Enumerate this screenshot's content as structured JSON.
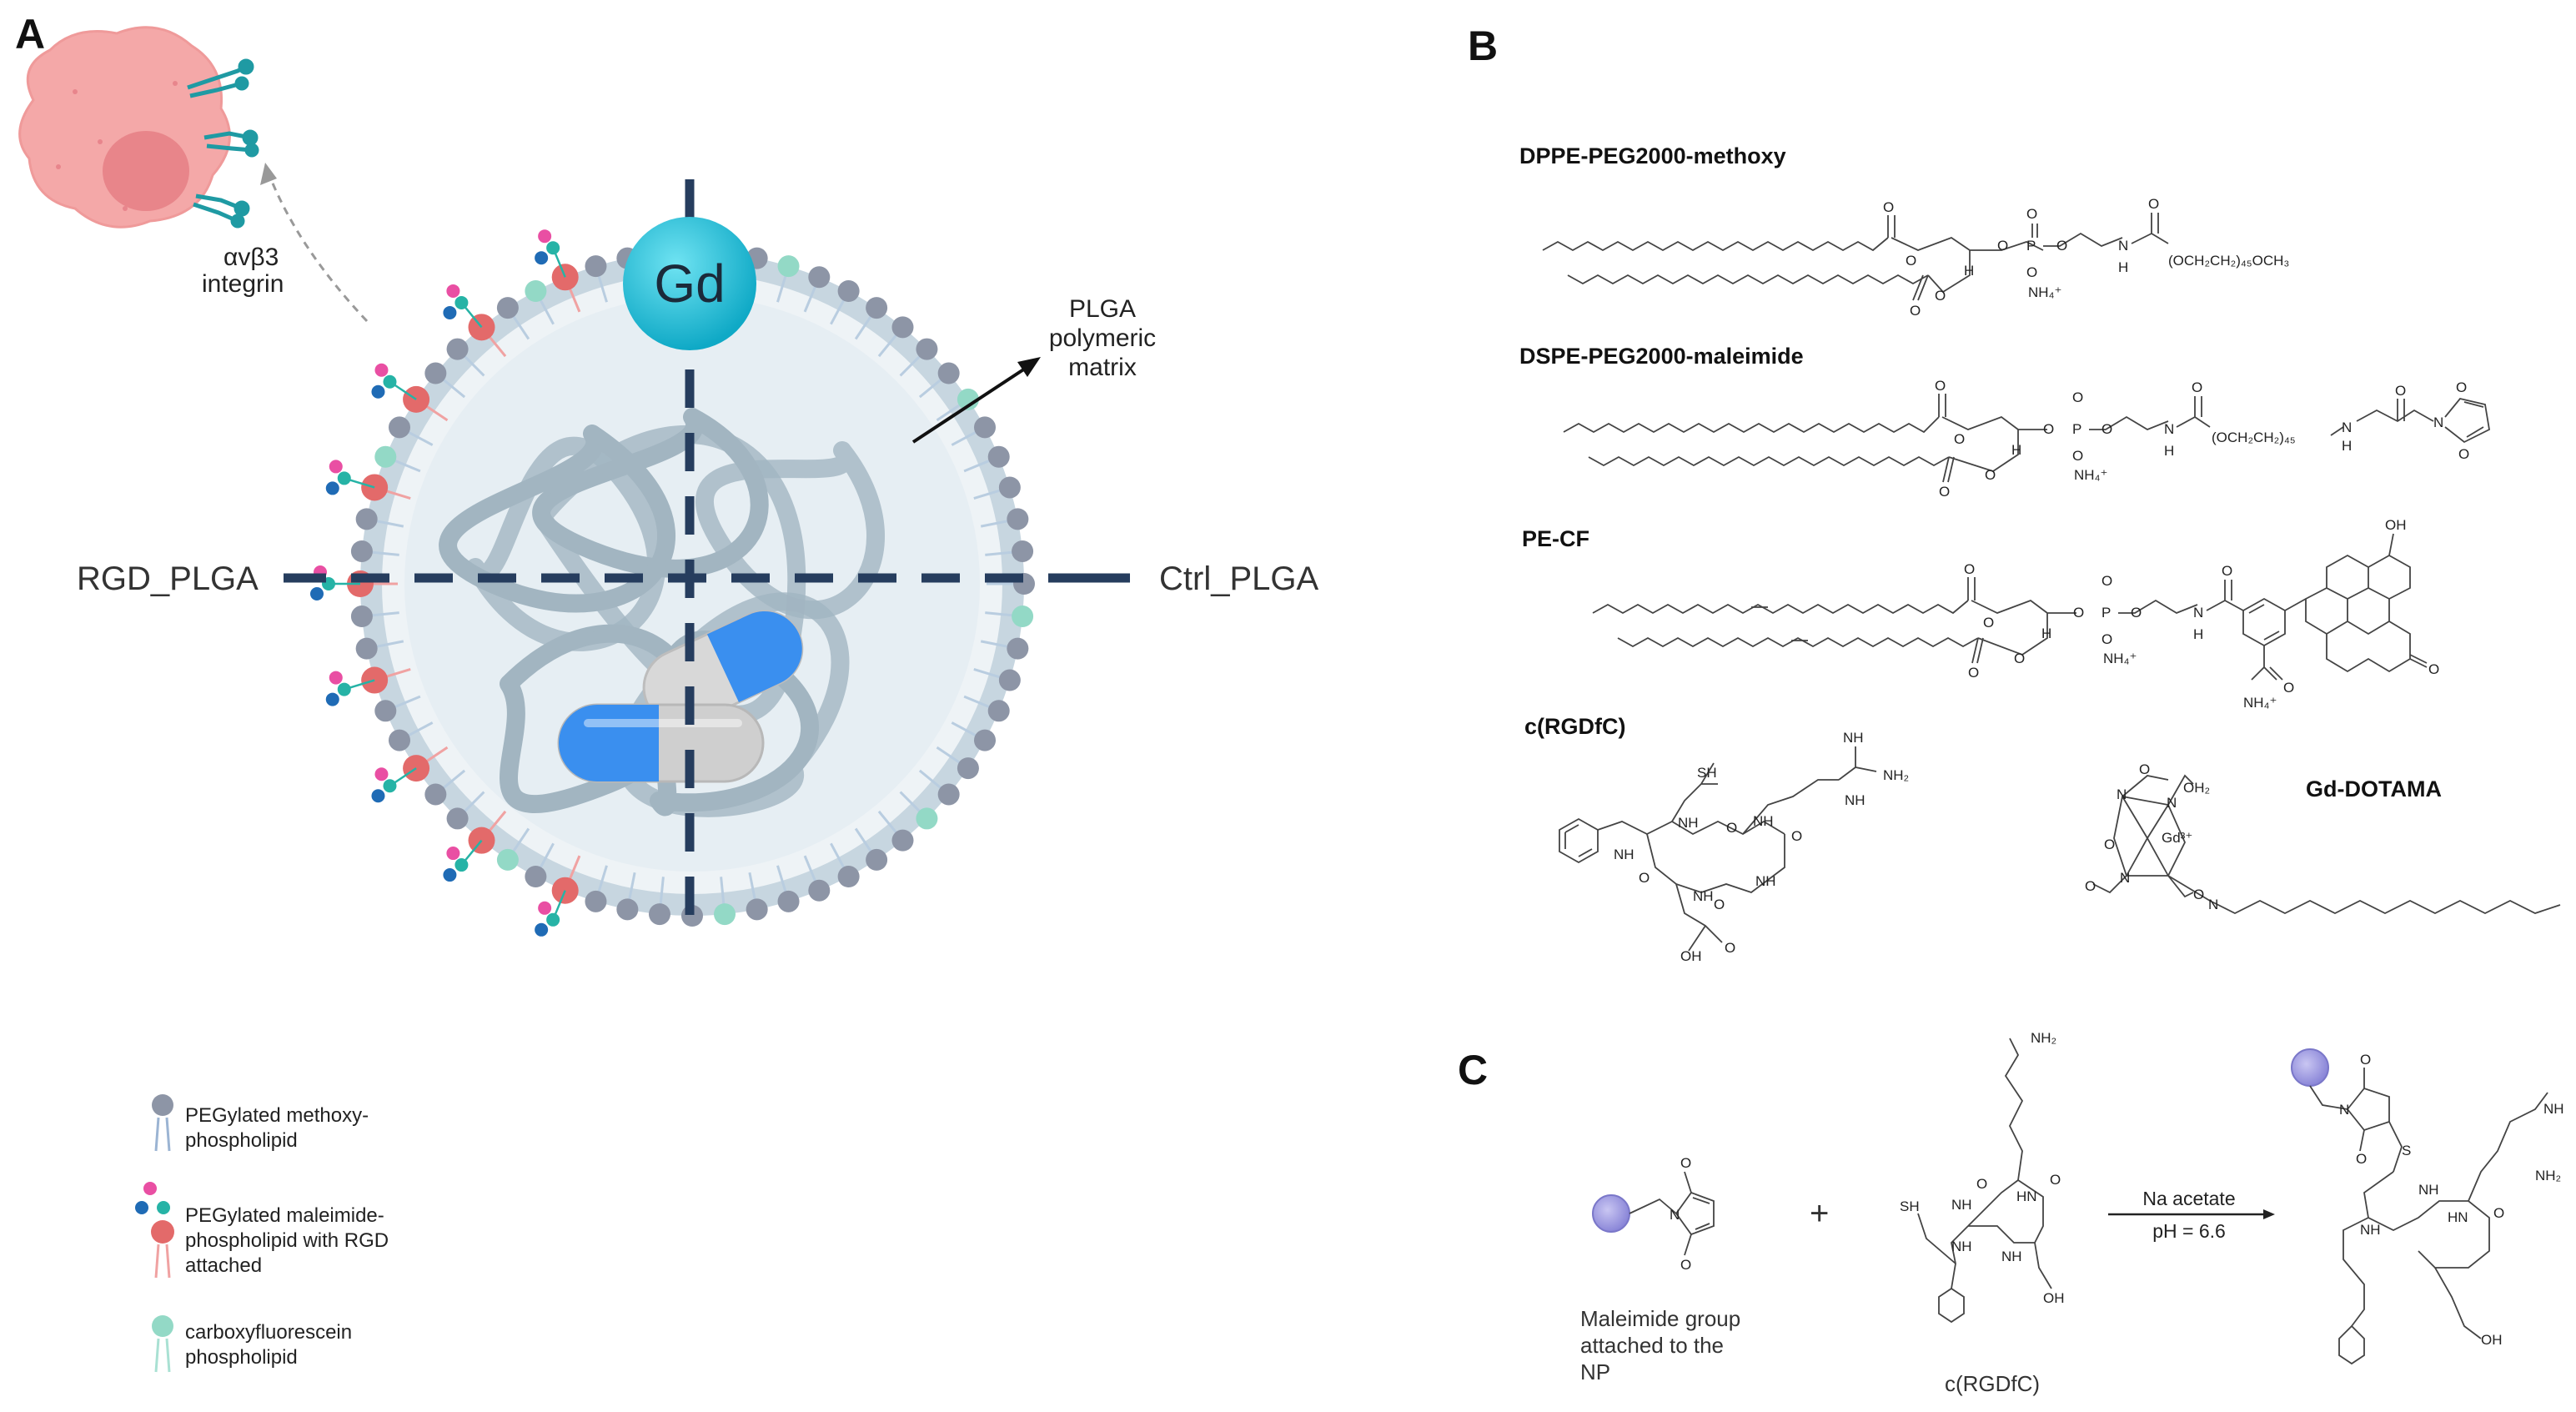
{
  "panels": {
    "a": "A",
    "b": "B",
    "c": "C"
  },
  "panel_a": {
    "left_label": "RGD_PLGA",
    "right_label": "Ctrl_PLGA",
    "gd_label": "Gd",
    "integrin_symbol": "αvβ3",
    "integrin_word": "integrin",
    "plga_line1": "PLGA",
    "plga_line2": "polymeric",
    "plga_line3": "matrix"
  },
  "legend": [
    {
      "line1": "PEGylated methoxy-",
      "line2": "phospholipid",
      "line3": ""
    },
    {
      "line1": "PEGylated maleimide-",
      "line2": "phospholipid with RGD",
      "line3": "attached"
    },
    {
      "line1": "carboxyfluorescein",
      "line2": "phospholipid",
      "line3": ""
    }
  ],
  "panel_b": {
    "mol1": {
      "title": "DPPE-PEG2000-methoxy",
      "o": "O",
      "p": "P",
      "nh4": "NH₄⁺",
      "h": "H",
      "n": "N",
      "peg": "(OCH₂CH₂)₄₅OCH₃"
    },
    "mol2": {
      "title": "DSPE-PEG2000-maleimide",
      "o": "O",
      "p": "P",
      "nh4": "NH₄⁺",
      "h": "H",
      "n": "N",
      "peg": "(OCH₂CH₂)₄₅"
    },
    "mol3": {
      "title": "PE-CF",
      "o": "O",
      "p": "P",
      "nh4": "NH₄⁺",
      "h": "H",
      "n": "N",
      "oh": "OH"
    },
    "mol4": {
      "title": "c(RGDfC)",
      "sh": "SH",
      "nh": "NH",
      "nh2": "NH₂",
      "o": "O",
      "oh": "OH",
      "h": "H",
      "n": "N"
    },
    "mol5": {
      "title": "Gd-DOTAMA",
      "gd": "Gd³⁺",
      "oh2": "OH₂",
      "n": "N",
      "o": "O"
    }
  },
  "panel_c": {
    "reagent1_line1": "Maleimide group",
    "reagent1_line2": "attached to the",
    "reagent1_line3": "NP",
    "plus": "+",
    "reagent2": "c(RGDfC)",
    "condition1": "Na acetate",
    "condition2": "pH = 6.6",
    "o": "O",
    "n": "N",
    "s": "S",
    "sh": "SH",
    "nh": "NH",
    "hn": "HN",
    "nh2": "NH₂",
    "oh": "OH"
  },
  "colors": {
    "gd": "#19bcd6",
    "dash": "#263d5e",
    "matrix": "#9fb3bf",
    "methoxy": "#8d95a6",
    "rgd": "#e36a6a",
    "cf": "#93d9c6",
    "cell": "#f4a8a8",
    "capsule_blue": "#3a8fef",
    "capsule_grey": "#cfcfcf"
  },
  "icons": [
    "cell-icon",
    "integrin-receptor-icon",
    "nanoparticle-icon",
    "capsule-icon",
    "np-sphere-icon",
    "reaction-arrow-icon"
  ]
}
